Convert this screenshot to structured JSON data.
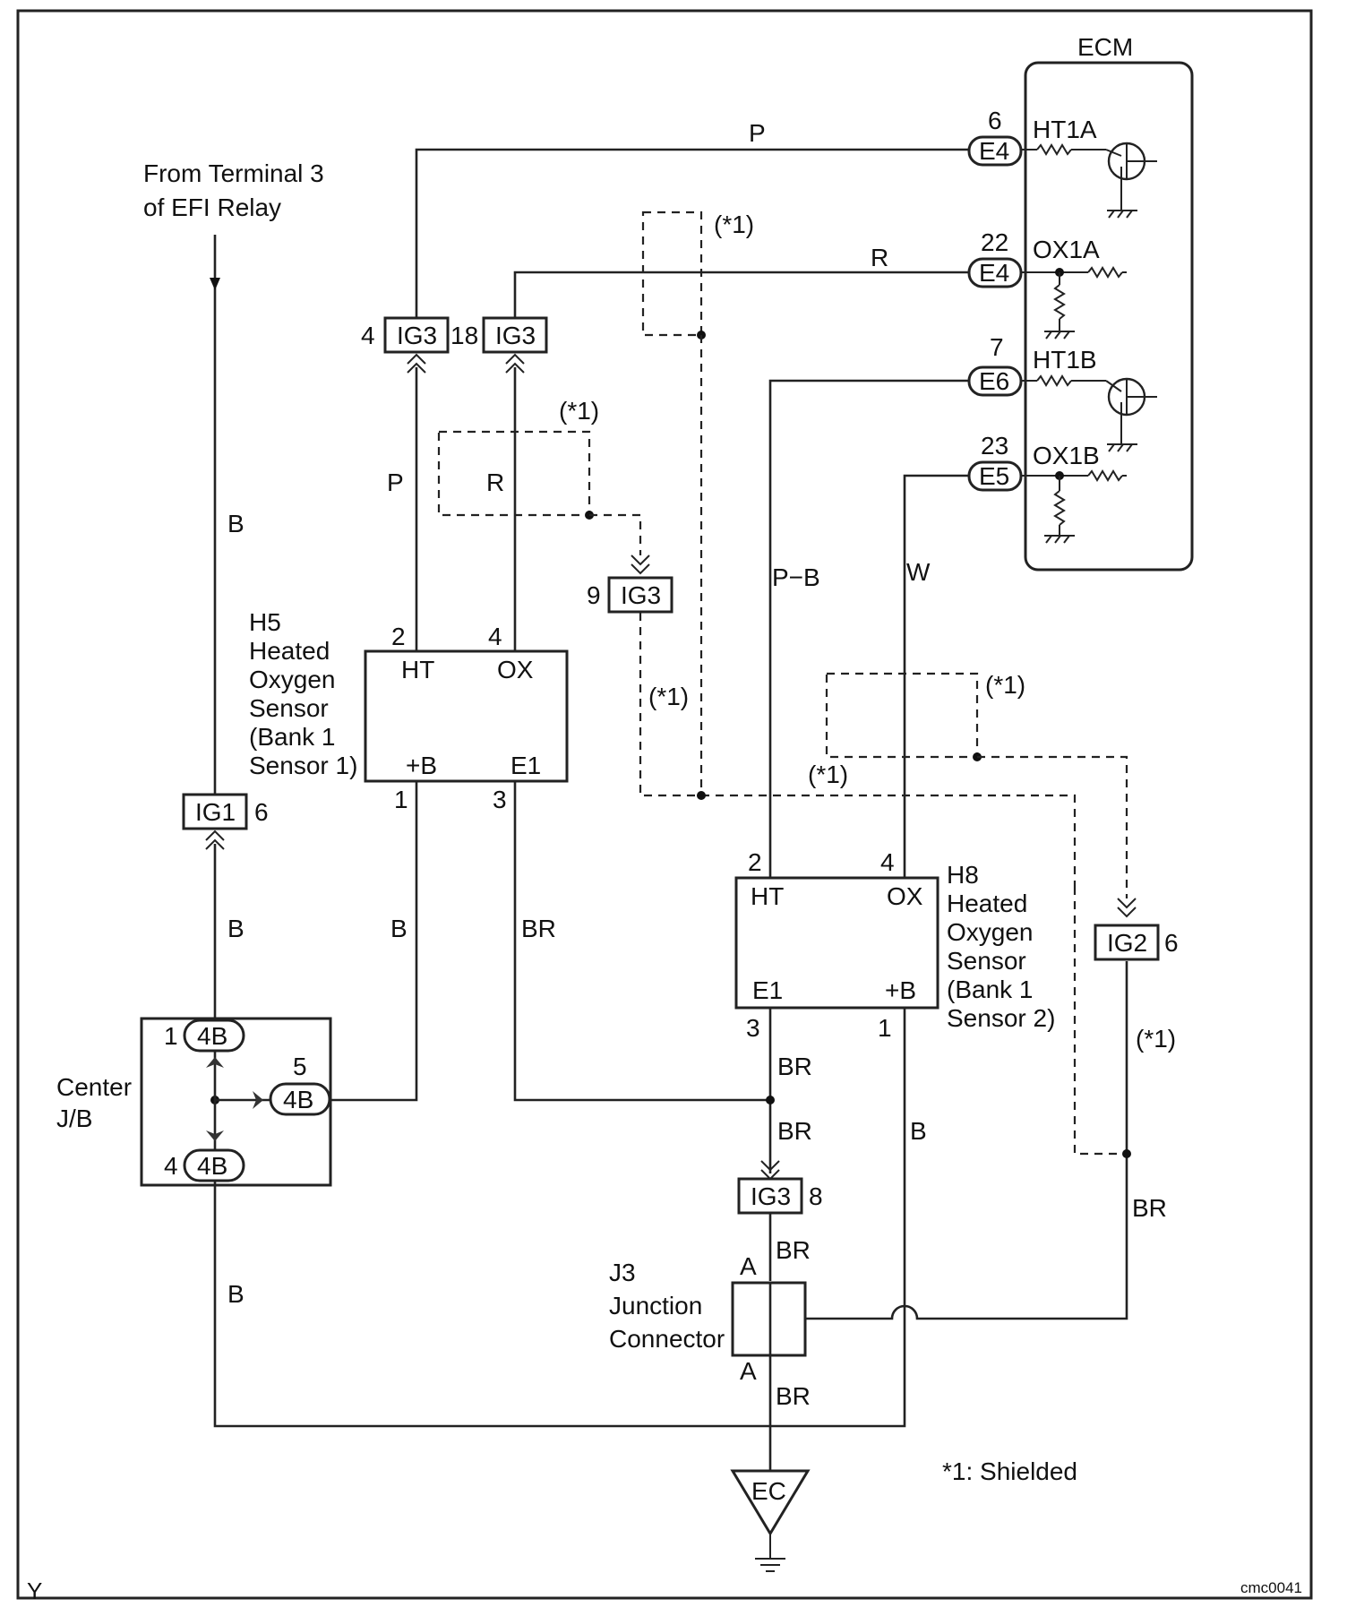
{
  "colors": {
    "line": "#222222",
    "background": "#ffffff"
  },
  "ecm": {
    "title": "ECM"
  },
  "efi_source": {
    "line1": "From Terminal 3",
    "line2": "of EFI Relay"
  },
  "ecm_pins": [
    {
      "num": "6",
      "conn": "E4",
      "signal": "HT1A"
    },
    {
      "num": "22",
      "conn": "E4",
      "signal": "OX1A"
    },
    {
      "num": "7",
      "conn": "E6",
      "signal": "HT1B"
    },
    {
      "num": "23",
      "conn": "E5",
      "signal": "OX1B"
    }
  ],
  "wire_colors": {
    "p_top": "P",
    "r_top": "R",
    "p_mid": "P",
    "r_mid": "R",
    "pb": "P−B",
    "w": "W",
    "b_left_top": "B",
    "b_left_mid": "B",
    "b_ht": "B",
    "br_e1": "BR",
    "br_h8_a": "BR",
    "br_h8_b": "BR",
    "b_h8": "B",
    "br_ig2": "BR",
    "br_j3_top": "BR",
    "br_j3_bot": "BR",
    "b_left_bot": "B"
  },
  "connectors": {
    "ig3_a": {
      "label": "IG3",
      "pin": "4"
    },
    "ig3_b": {
      "label": "IG3",
      "pin": "18"
    },
    "ig3_c": {
      "label": "IG3",
      "pin": "9"
    },
    "ig3_d": {
      "label": "IG3",
      "pin": "8"
    },
    "ig1": {
      "label": "IG1",
      "pin": "6"
    },
    "ig2": {
      "label": "IG2",
      "pin": "6"
    }
  },
  "shield_labels": [
    "(*1)",
    "(*1)",
    "(*1)",
    "(*1)",
    "(*1)",
    "(*1)"
  ],
  "h5": {
    "title": [
      "H5",
      "Heated",
      "Oxygen",
      "Sensor",
      "(Bank 1",
      "Sensor 1)"
    ],
    "terms": {
      "ht": "HT",
      "ox": "OX",
      "b": "+B",
      "e1": "E1"
    },
    "pins": {
      "ht": "2",
      "ox": "4",
      "b": "1",
      "e1": "3"
    }
  },
  "h8": {
    "title": [
      "H8",
      "Heated",
      "Oxygen",
      "Sensor",
      "(Bank 1",
      "Sensor 2)"
    ],
    "terms": {
      "ht": "HT",
      "ox": "OX",
      "e1": "E1",
      "b": "+B"
    },
    "pins": {
      "ht": "2",
      "ox": "4",
      "e1": "3",
      "b": "1"
    }
  },
  "jb": {
    "title": [
      "Center",
      "J/B"
    ],
    "conn": "4B",
    "pins": {
      "top": "1",
      "right": "5",
      "bottom": "4"
    }
  },
  "j3": {
    "title": [
      "J3",
      "Junction",
      "Connector"
    ],
    "pin_top": "A",
    "pin_bot": "A"
  },
  "ground": {
    "label": "EC"
  },
  "legend": "*1: Shielded",
  "corner_left": "Y",
  "corner_right": "cmc0041"
}
